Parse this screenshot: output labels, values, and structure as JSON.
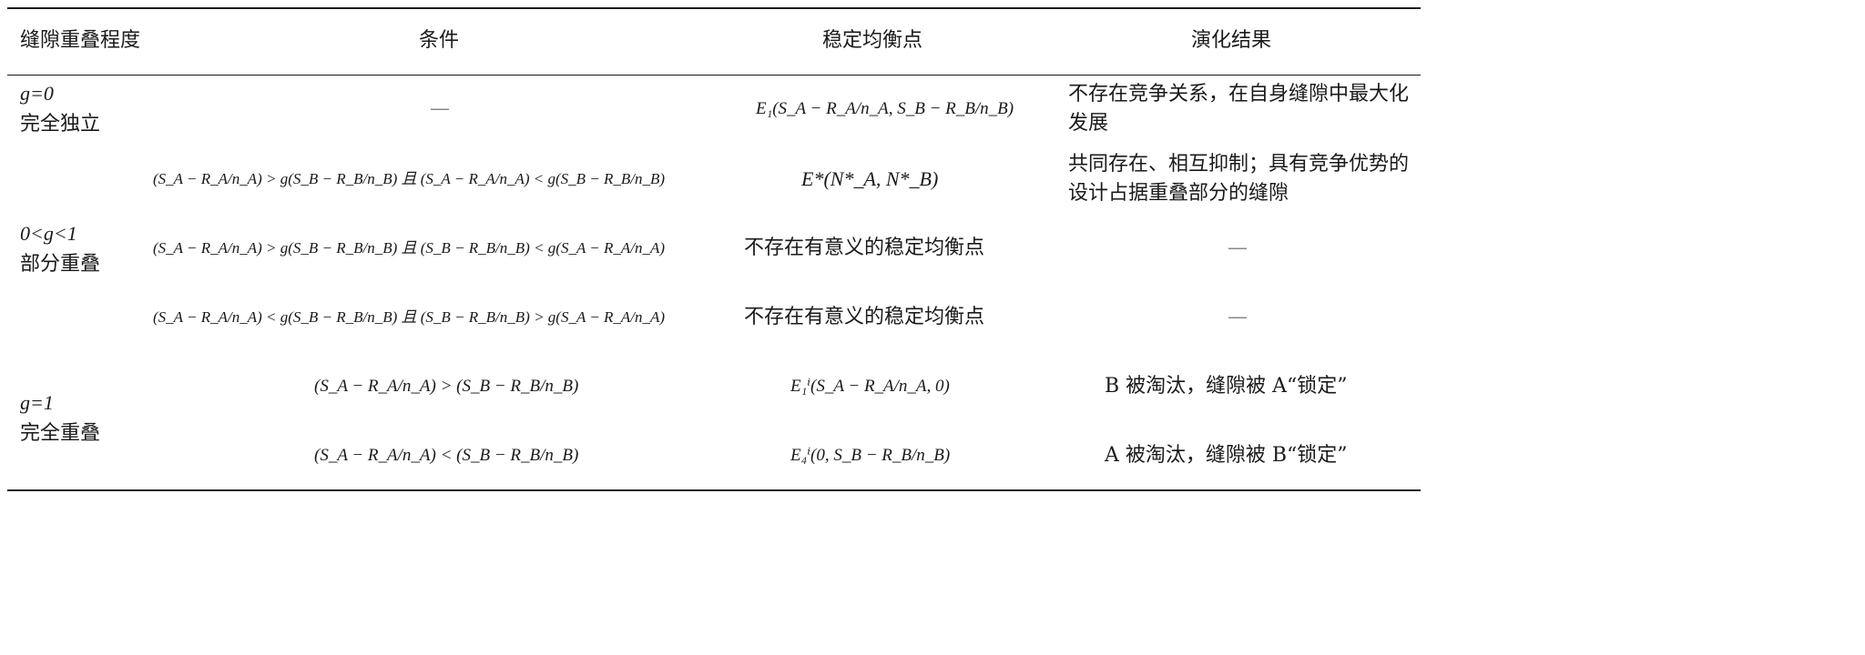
{
  "headers": [
    "缝隙重叠程度",
    "条件",
    "稳定均衡点",
    "演化结果"
  ],
  "rows": [
    {
      "overlap": [
        "g=0",
        "完全独立"
      ],
      "condition": "—",
      "equilibrium": "E₁(S_A − R_A/n_A, S_B − R_B/n_B)",
      "result": "不存在竞争关系，在自身缝隙中最大化发展"
    },
    {
      "overlap": [
        "0<g<1",
        "部分重叠"
      ],
      "condition": "(S_A − R_A/n_A) > g(S_B − R_B/n_B) 且 (S_A − R_A/n_A) < g(S_B − R_B/n_B)",
      "equilibrium": "E*(N*_A, N*_B)",
      "result": "共同存在、相互抑制；具有竞争优势的设计占据重叠部分的缝隙"
    },
    {
      "condition": "(S_A − R_A/n_A) > g(S_B − R_B/n_B) 且 (S_B − R_B/n_B) < g(S_A − R_A/n_A)",
      "equilibrium": "不存在有意义的稳定均衡点",
      "result": "—"
    },
    {
      "condition": "(S_A − R_A/n_A) < g(S_B − R_B/n_B) 且 (S_B − R_B/n_B) > g(S_A − R_A/n_A)",
      "equilibrium": "不存在有意义的稳定均衡点",
      "result": "—"
    },
    {
      "overlap": [
        "g=1",
        "完全重叠"
      ],
      "condition": "(S_A − R_A/n_A) > (S_B − R_B/n_B)",
      "equilibrium": "E₁ⁱ(S_A − R_A/n_A, 0)",
      "result": "B 被淘汰，缝隙被 A“锁定”"
    },
    {
      "condition": "(S_A − R_A/n_A) < (S_B − R_B/n_B)",
      "equilibrium": "E₄ⁱ(0, S_B − R_B/n_B)",
      "result": "A 被淘汰，缝隙被 B“锁定”"
    }
  ]
}
